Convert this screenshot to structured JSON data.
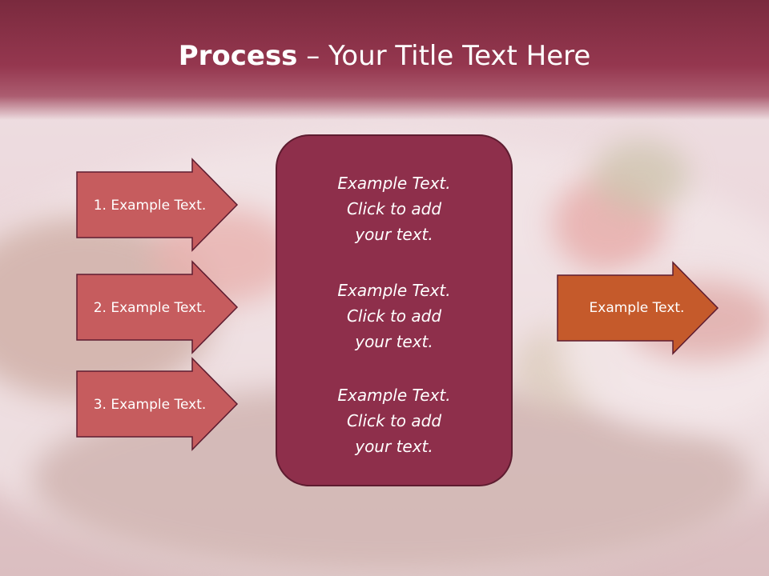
{
  "title": {
    "strong": "Process",
    "rest": " – Your Title Text Here"
  },
  "left_arrows": [
    {
      "label": "1. Example Text."
    },
    {
      "label": "2. Example Text."
    },
    {
      "label": "3. Example Text."
    }
  ],
  "center_blocks": [
    {
      "lines": [
        "Example Text.",
        "Click  to add",
        "your text."
      ]
    },
    {
      "lines": [
        "Example Text.",
        "Click  to add",
        "your text."
      ]
    },
    {
      "lines": [
        "Example Text.",
        "Click  to add",
        "your text."
      ]
    }
  ],
  "right_arrow": {
    "label": "Example Text."
  },
  "colors": {
    "title_band": "#8a3148",
    "left_arrow_fill": "#c65c5e",
    "center_box_fill": "#8e2f4b",
    "right_arrow_fill": "#c55a2b",
    "outline": "#5e1c30"
  }
}
